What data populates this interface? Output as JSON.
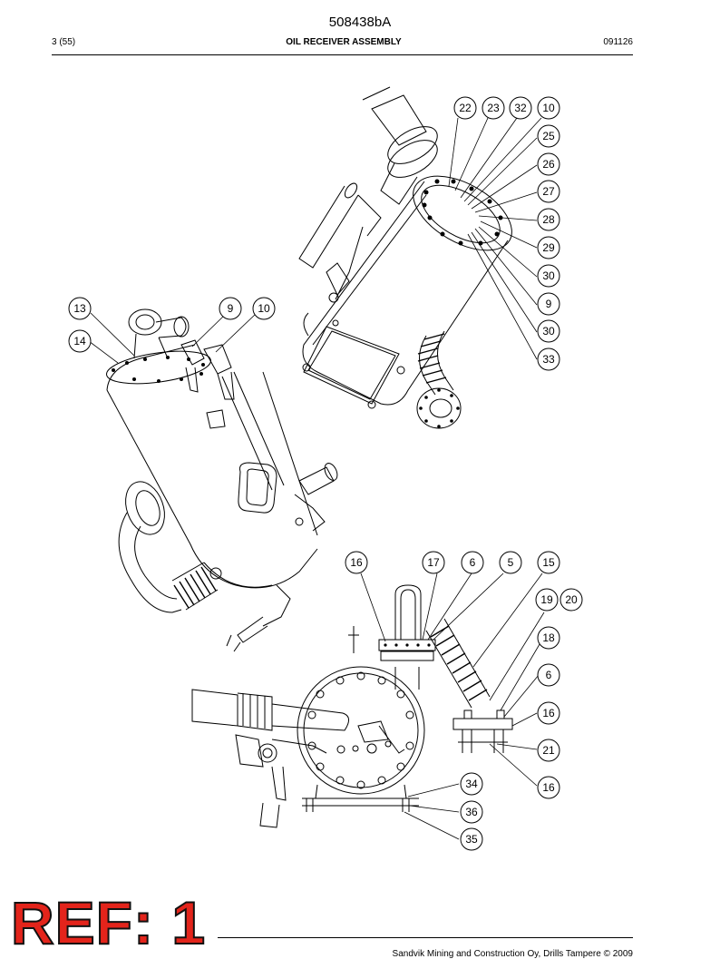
{
  "header": {
    "doc_number": "508438bA",
    "page": "3 (55)",
    "title": "OIL RECEIVER ASSEMBLY",
    "code": "091126"
  },
  "balloons": {
    "view1": [
      "22",
      "23",
      "32",
      "10",
      "25",
      "26",
      "27",
      "28",
      "29",
      "30",
      "9",
      "30",
      "33"
    ],
    "view2": [
      "13",
      "14",
      "9",
      "10"
    ],
    "view3": [
      "16",
      "17",
      "6",
      "5",
      "15",
      "19",
      "20",
      "18",
      "6",
      "16",
      "21",
      "16",
      "34",
      "36",
      "35"
    ]
  },
  "stamp": {
    "text": "REF: 1"
  },
  "footer": {
    "text": "Sandvik Mining and Construction Oy, Drills Tampere © 2009"
  }
}
